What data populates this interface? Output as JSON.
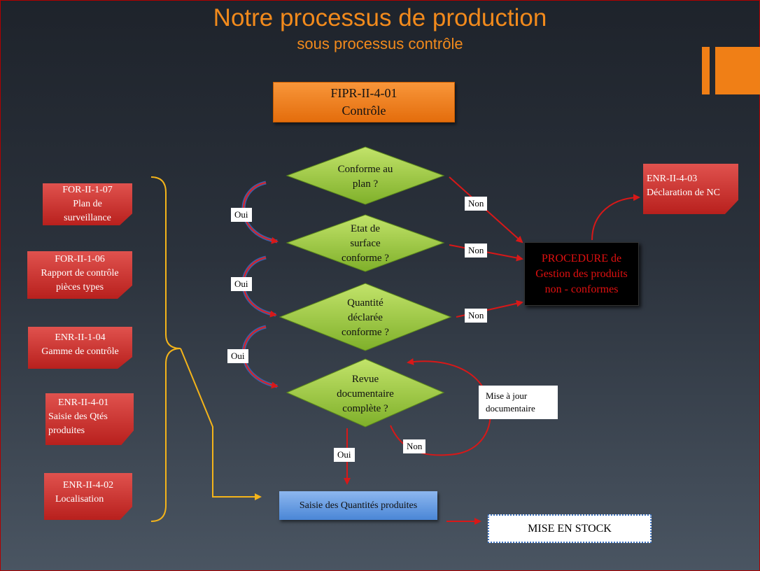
{
  "header": {
    "title": "Notre processus de production",
    "subtitle": "sous processus contrôle"
  },
  "main_box": {
    "line1": "FIPR-II-4-01",
    "line2": "Contrôle"
  },
  "left_docs": [
    {
      "lines": [
        "FOR-II-1-07",
        "Plan de",
        "surveillance"
      ]
    },
    {
      "lines": [
        "FOR-II-1-06",
        "Rapport de contrôle",
        "pièces types"
      ]
    },
    {
      "lines": [
        "ENR-II-1-04",
        "Gamme de contrôle"
      ]
    },
    {
      "lines": [
        "ENR-II-4-01",
        "Saisie des Qtés",
        "produites"
      ]
    },
    {
      "lines": [
        "ENR-II-4-02",
        "Localisation"
      ]
    }
  ],
  "decisions": [
    {
      "lines": [
        "Conforme au",
        "plan ?"
      ]
    },
    {
      "lines": [
        "Etat de",
        "surface",
        "conforme ?"
      ]
    },
    {
      "lines": [
        "Quantité",
        "déclarée",
        "conforme ?"
      ]
    },
    {
      "lines": [
        "Revue",
        "documentaire",
        "complète ?"
      ]
    }
  ],
  "labels": {
    "oui": "Oui",
    "non": "Non"
  },
  "nc_doc": {
    "line1": "ENR-II-4-03",
    "line2": "Déclaration de NC"
  },
  "procedure": {
    "line1": "PROCEDURE de",
    "line2": "Gestion des produits",
    "line3": "non - conformes"
  },
  "mise_a_jour": {
    "line1": "Mise à jour",
    "line2": "documentaire"
  },
  "saisie_box": "Saisie des Quantités produites",
  "stock_box": "MISE EN STOCK",
  "colors": {
    "accent": "#f28a1c",
    "decision": "#9dcc3a",
    "arrow": "#d81818",
    "doc": "#c9302c"
  }
}
